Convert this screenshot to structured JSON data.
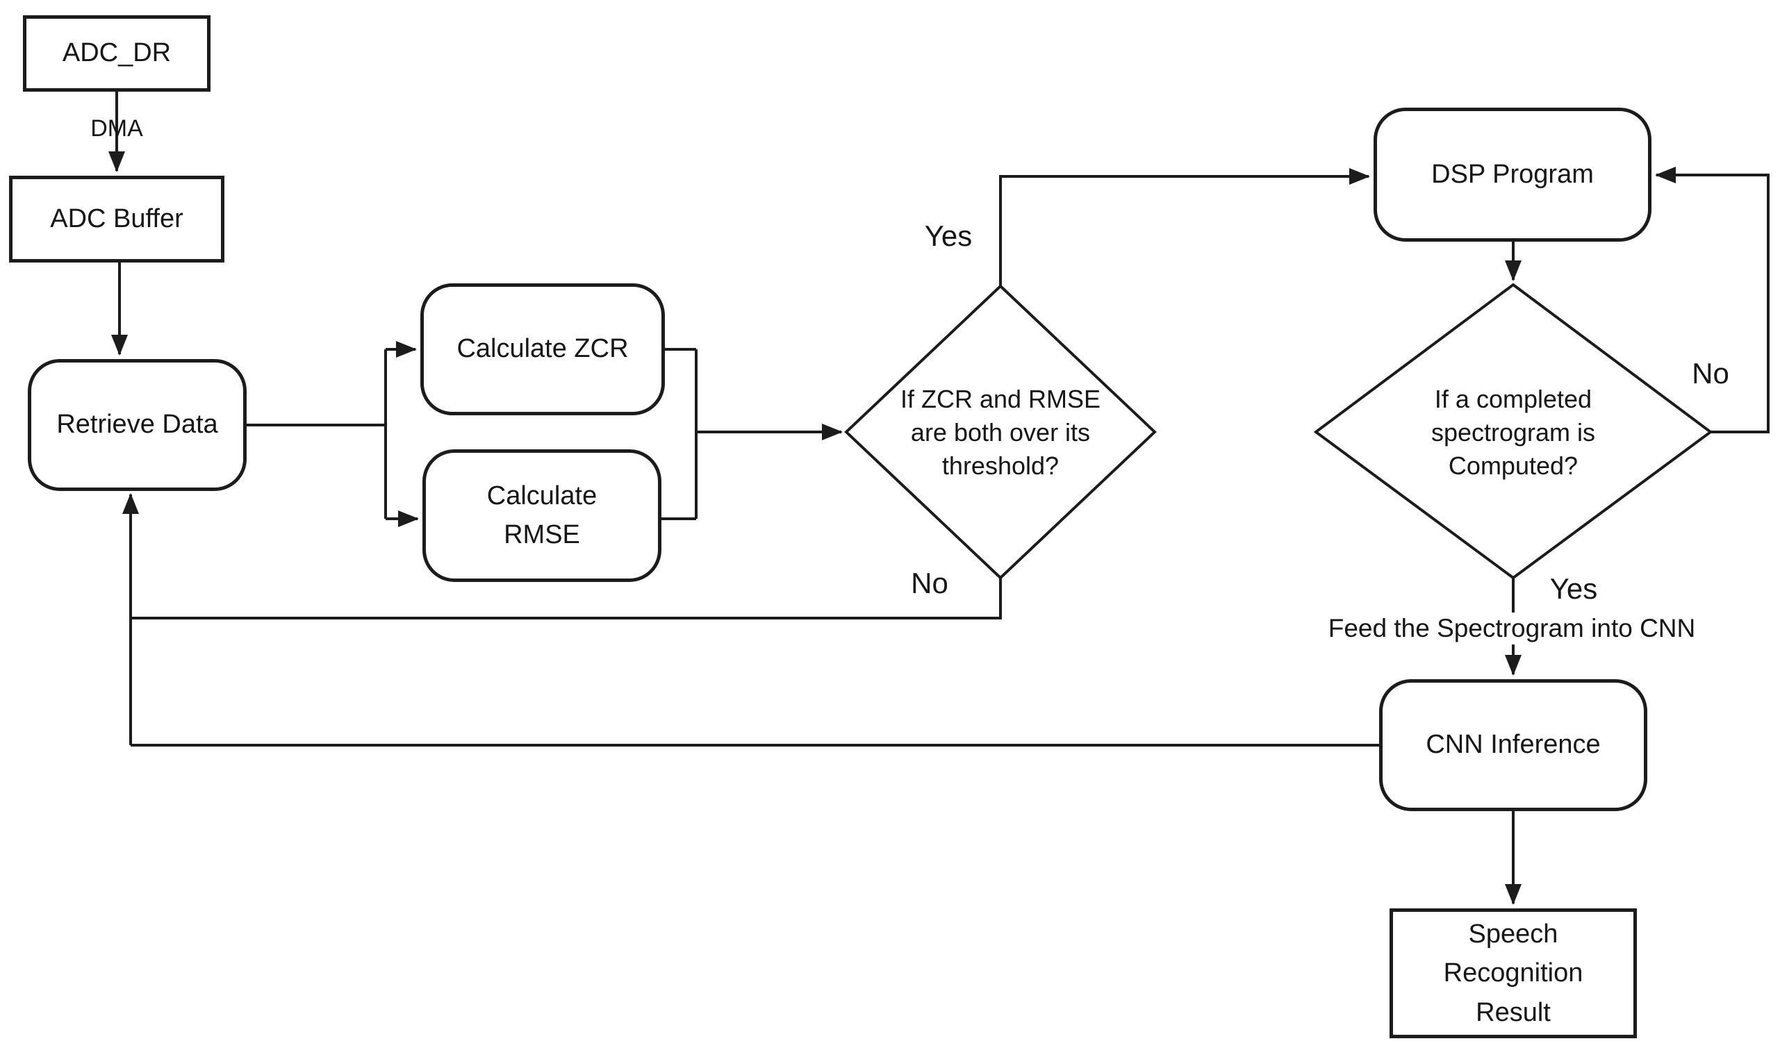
{
  "diagram_type": "flowchart",
  "colors": {
    "background": "#ffffff",
    "stroke": "#1c1c1c",
    "text": "#161616"
  },
  "nodes": {
    "adc_dr": {
      "label": "ADC_DR",
      "shape": "rectangle"
    },
    "adc_buffer": {
      "label": "ADC Buffer",
      "shape": "rectangle"
    },
    "retrieve_data": {
      "label": "Retrieve Data",
      "shape": "rounded-rectangle"
    },
    "calc_zcr": {
      "label": "Calculate ZCR",
      "shape": "rounded-rectangle"
    },
    "calc_rmse": {
      "label": "Calculate\nRMSE",
      "shape": "rounded-rectangle"
    },
    "threshold_decision": {
      "label": "If ZCR and RMSE\nare both over its\nthreshold?",
      "shape": "diamond"
    },
    "dsp_program": {
      "label": "DSP Program",
      "shape": "rounded-rectangle"
    },
    "spectrogram_decision": {
      "label": "If a completed\nspectrogram is\nComputed?",
      "shape": "diamond"
    },
    "cnn_inference": {
      "label": "CNN Inference",
      "shape": "rounded-rectangle"
    },
    "speech_result": {
      "label": "Speech\nRecognition\nResult",
      "shape": "rectangle"
    }
  },
  "edge_labels": {
    "dma": "DMA",
    "threshold_yes": "Yes",
    "threshold_no": "No",
    "spectrogram_no": "No",
    "spectrogram_yes": "Yes",
    "feed_cnn": "Feed the Spectrogram into CNN"
  },
  "edges": [
    {
      "from": "ADC_DR",
      "to": "ADC Buffer",
      "label": "DMA"
    },
    {
      "from": "ADC Buffer",
      "to": "Retrieve Data",
      "label": ""
    },
    {
      "from": "Retrieve Data",
      "to": "Calculate ZCR",
      "label": ""
    },
    {
      "from": "Retrieve Data",
      "to": "Calculate RMSE",
      "label": ""
    },
    {
      "from": "Calculate ZCR",
      "to": "If ZCR and RMSE are both over its threshold?",
      "label": ""
    },
    {
      "from": "Calculate RMSE",
      "to": "If ZCR and RMSE are both over its threshold?",
      "label": ""
    },
    {
      "from": "If ZCR and RMSE are both over its threshold?",
      "to": "DSP Program",
      "label": "Yes"
    },
    {
      "from": "If ZCR and RMSE are both over its threshold?",
      "to": "Retrieve Data",
      "label": "No"
    },
    {
      "from": "DSP Program",
      "to": "If a completed spectrogram is Computed?",
      "label": ""
    },
    {
      "from": "If a completed spectrogram is Computed?",
      "to": "DSP Program",
      "label": "No"
    },
    {
      "from": "If a completed spectrogram is Computed?",
      "to": "CNN Inference",
      "label": "Yes"
    },
    {
      "from": "If a completed spectrogram is Computed?",
      "to": "CNN Inference",
      "label": "Feed the Spectrogram into CNN"
    },
    {
      "from": "CNN Inference",
      "to": "Speech Recognition Result",
      "label": ""
    },
    {
      "from": "CNN Inference",
      "to": "Retrieve Data",
      "label": ""
    }
  ]
}
